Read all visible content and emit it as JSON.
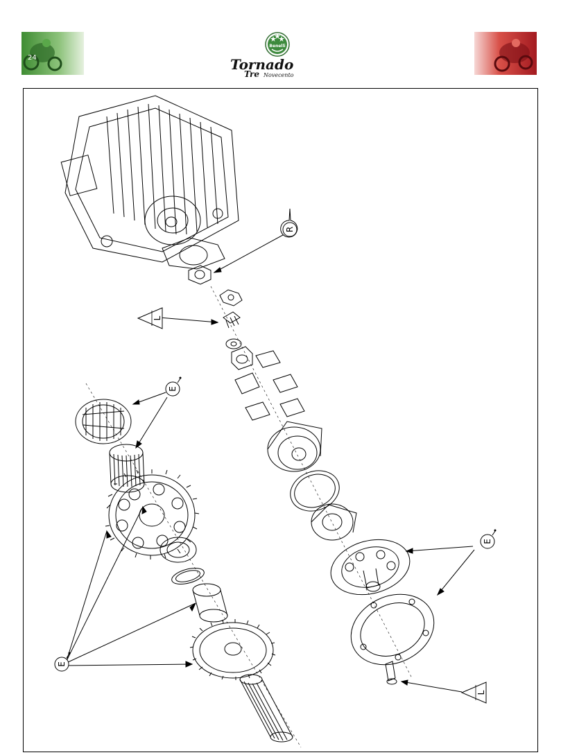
{
  "header": {
    "brand_name": "Tornado",
    "brand_sub_prefix": "Tre",
    "brand_sub_suffix": "Novecento",
    "emblem_text": "Benelli"
  },
  "markers": {
    "r": "R",
    "l": "L",
    "e": "E"
  },
  "colors": {
    "left_photo": "#4e9a3c",
    "right_photo": "#c8232a",
    "emblem": "#3d8a3d"
  }
}
